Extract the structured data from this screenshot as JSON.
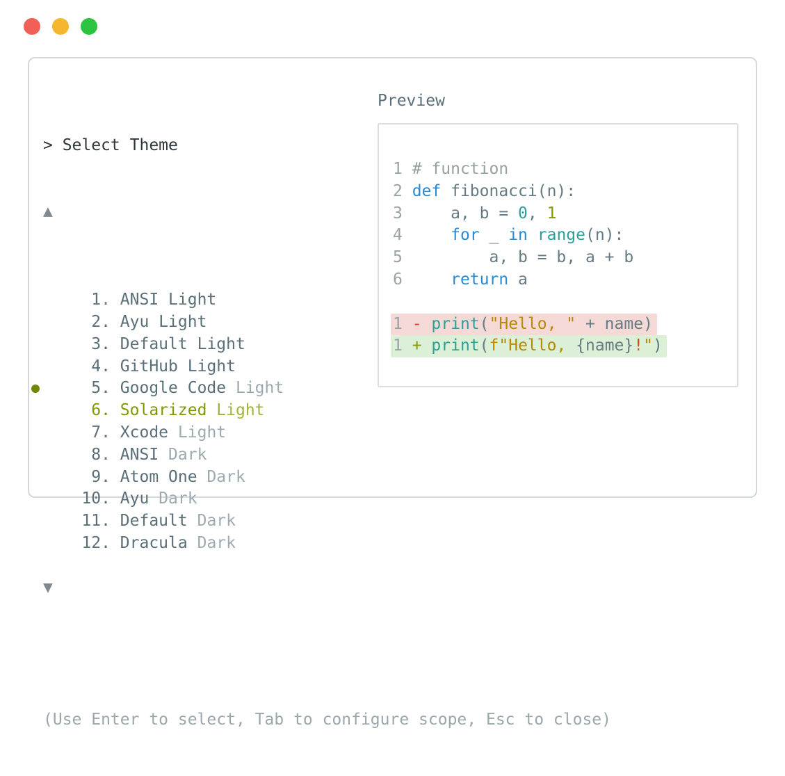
{
  "window": {
    "traffic_lights": [
      {
        "name": "close",
        "color": "#f15f59"
      },
      {
        "name": "minimize",
        "color": "#f4b72e"
      },
      {
        "name": "zoom",
        "color": "#2cc340"
      }
    ]
  },
  "panel": {
    "header": {
      "text": "> Select Theme"
    },
    "scroll_up_icon": "▲",
    "scroll_down_icon": "▼",
    "footer": "(Use Enter to select, Tab to configure scope, Esc to close)",
    "theme_list": {
      "selected_number": 6,
      "items": [
        {
          "number": " 1.",
          "name": "ANSI",
          "variant": "Light",
          "variant_dim": false,
          "selected": false
        },
        {
          "number": " 2.",
          "name": "Ayu",
          "variant": "Light",
          "variant_dim": false,
          "selected": false
        },
        {
          "number": " 3.",
          "name": "Default",
          "variant": "Light",
          "variant_dim": false,
          "selected": false
        },
        {
          "number": " 4.",
          "name": "GitHub",
          "variant": "Light",
          "variant_dim": false,
          "selected": false
        },
        {
          "number": " 5.",
          "name": "Google Code",
          "variant": "Light",
          "variant_dim": true,
          "selected": false
        },
        {
          "number": " 6.",
          "name": "Solarized",
          "variant": "Light",
          "variant_dim": true,
          "selected": true
        },
        {
          "number": " 7.",
          "name": "Xcode",
          "variant": "Light",
          "variant_dim": true,
          "selected": false
        },
        {
          "number": " 8.",
          "name": "ANSI",
          "variant": "Dark",
          "variant_dim": true,
          "selected": false
        },
        {
          "number": " 9.",
          "name": "Atom One",
          "variant": "Dark",
          "variant_dim": true,
          "selected": false
        },
        {
          "number": "10.",
          "name": "Ayu",
          "variant": "Dark",
          "variant_dim": true,
          "selected": false
        },
        {
          "number": "11.",
          "name": "Default",
          "variant": "Dark",
          "variant_dim": true,
          "selected": false
        },
        {
          "number": "12.",
          "name": "Dracula",
          "variant": "Dark",
          "variant_dim": true,
          "selected": false
        }
      ]
    },
    "preview": {
      "label": "Preview",
      "code_lines": [
        {
          "gutter": "1",
          "tokens": [
            {
              "t": "# function",
              "c": "comment"
            }
          ]
        },
        {
          "gutter": "2",
          "tokens": [
            {
              "t": "def",
              "c": "keyword"
            },
            {
              "t": " fibonacci(n):",
              "c": "body"
            }
          ]
        },
        {
          "gutter": "3",
          "tokens": [
            {
              "t": "    a, b = ",
              "c": "body"
            },
            {
              "t": "0",
              "c": "number_zero"
            },
            {
              "t": ", ",
              "c": "body"
            },
            {
              "t": "1",
              "c": "number_one"
            }
          ]
        },
        {
          "gutter": "4",
          "tokens": [
            {
              "t": "    ",
              "c": "body"
            },
            {
              "t": "for",
              "c": "keyword"
            },
            {
              "t": " _ ",
              "c": "body"
            },
            {
              "t": "in",
              "c": "keyword"
            },
            {
              "t": " ",
              "c": "body"
            },
            {
              "t": "range",
              "c": "builtin"
            },
            {
              "t": "(n):",
              "c": "body"
            }
          ]
        },
        {
          "gutter": "5",
          "tokens": [
            {
              "t": "        a, b = b, a + b",
              "c": "body"
            }
          ]
        },
        {
          "gutter": "6",
          "tokens": [
            {
              "t": "    ",
              "c": "body"
            },
            {
              "t": "return",
              "c": "keyword"
            },
            {
              "t": " a",
              "c": "body"
            }
          ]
        }
      ],
      "diff_lines": [
        {
          "gutter": "1",
          "kind": "removed",
          "tokens": [
            {
              "t": "- ",
              "c": "diff_minus"
            },
            {
              "t": "print",
              "c": "builtin"
            },
            {
              "t": "(",
              "c": "body"
            },
            {
              "t": "\"Hello, \"",
              "c": "string"
            },
            {
              "t": " + name)",
              "c": "body"
            }
          ]
        },
        {
          "gutter": "1",
          "kind": "added",
          "tokens": [
            {
              "t": "+ ",
              "c": "diff_plus"
            },
            {
              "t": "print",
              "c": "builtin"
            },
            {
              "t": "(",
              "c": "body"
            },
            {
              "t": "f",
              "c": "string_prefix"
            },
            {
              "t": "\"Hello, ",
              "c": "string"
            },
            {
              "t": "{name}",
              "c": "body"
            },
            {
              "t": "!",
              "c": "string_bang"
            },
            {
              "t": "\"",
              "c": "string"
            },
            {
              "t": ")",
              "c": "body"
            }
          ]
        }
      ]
    }
  },
  "colors": {
    "header_text": "#2f363a",
    "scroll_arrow": "#7e8a8e",
    "item_name": "#5a6f78",
    "item_variant_dim": "#9daab0",
    "selected": "#7f9900",
    "selected_variant": "#a3b23c",
    "selected_bullet": "#708700",
    "footer": "#9aa7ab",
    "gutter": "#9aa3a6",
    "comment": "#93a1a1",
    "body": "#657b83",
    "keyword": "#268bd2",
    "builtin": "#2aa198",
    "number_zero": "#2aa198",
    "number_one": "#859900",
    "string": "#b58900",
    "string_prefix": "#cb8600",
    "string_bang": "#cb4b16",
    "diff_minus": "#dc322f",
    "diff_plus": "#859900",
    "removed_bg": "#f5d9d6",
    "added_bg": "#dcf0d8",
    "panel_border": "#d5d8d9",
    "preview_border": "#dadcdd"
  }
}
